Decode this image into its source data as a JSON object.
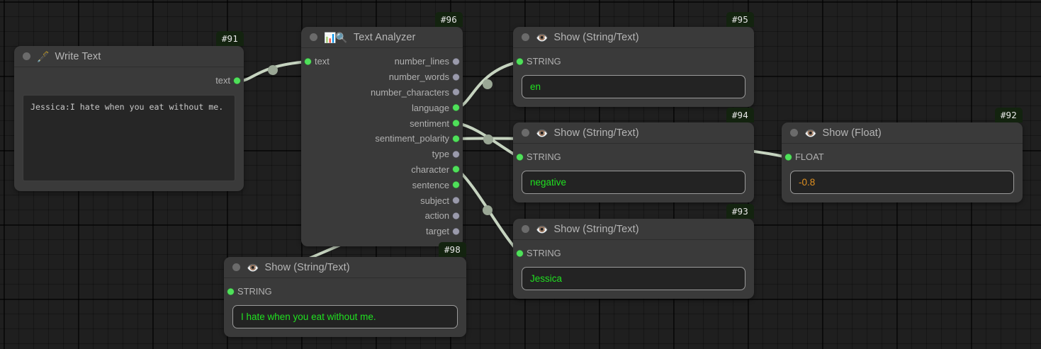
{
  "canvas": {
    "background": "#1f1f1f",
    "grid_minor": "#1a1a1a",
    "grid_major": "#141414",
    "wire_color": "#c6d4c0",
    "port_on_color": "#4fe05a",
    "port_off_color": "#9a9aab",
    "badge_bg": "#13230f"
  },
  "nodes": [
    {
      "id": "#91",
      "title": "Write Text",
      "icon": "fountain-pen-icon",
      "icon_glyph": "🖋️",
      "collapse_dot": "collapse-dot",
      "outputs": [
        {
          "label": "text",
          "connected": true
        }
      ],
      "inputs": [],
      "textarea": {
        "value": "Jessica:I hate when you eat without me.",
        "placeholder": ""
      }
    },
    {
      "id": "#96",
      "title": "Text Analyzer",
      "icon": "bar-chart-magnifier-icon",
      "icon_glyph": "📊🔍",
      "collapse_dot": "collapse-dot",
      "inputs": [
        {
          "label": "text",
          "connected": true
        }
      ],
      "outputs": [
        {
          "label": "number_lines",
          "connected": false
        },
        {
          "label": "number_words",
          "connected": false
        },
        {
          "label": "number_characters",
          "connected": false
        },
        {
          "label": "language",
          "connected": true
        },
        {
          "label": "sentiment",
          "connected": true
        },
        {
          "label": "sentiment_polarity",
          "connected": true
        },
        {
          "label": "type",
          "connected": false
        },
        {
          "label": "character",
          "connected": true
        },
        {
          "label": "sentence",
          "connected": true
        },
        {
          "label": "subject",
          "connected": false
        },
        {
          "label": "action",
          "connected": false
        },
        {
          "label": "target",
          "connected": false
        }
      ]
    },
    {
      "id": "#95",
      "title": "Show (String/Text)",
      "icon": "eye-icon",
      "icon_glyph": "👁️",
      "collapse_dot": "collapse-dot",
      "inputs": [
        {
          "label": "STRING",
          "connected": true
        }
      ],
      "outputs": [],
      "value": {
        "text": "en",
        "color": "green"
      }
    },
    {
      "id": "#94",
      "title": "Show (String/Text)",
      "icon": "eye-icon",
      "icon_glyph": "👁️",
      "collapse_dot": "collapse-dot",
      "inputs": [
        {
          "label": "STRING",
          "connected": true
        }
      ],
      "outputs": [],
      "value": {
        "text": "negative",
        "color": "green"
      }
    },
    {
      "id": "#93",
      "title": "Show (String/Text)",
      "icon": "eye-icon",
      "icon_glyph": "👁️",
      "collapse_dot": "collapse-dot",
      "inputs": [
        {
          "label": "STRING",
          "connected": true
        }
      ],
      "outputs": [],
      "value": {
        "text": "Jessica",
        "color": "green"
      }
    },
    {
      "id": "#92",
      "title": "Show (Float)",
      "icon": "eye-icon",
      "icon_glyph": "👁️",
      "collapse_dot": "collapse-dot",
      "inputs": [
        {
          "label": "FLOAT",
          "connected": true
        }
      ],
      "outputs": [],
      "value": {
        "text": "-0.8",
        "color": "amber"
      }
    },
    {
      "id": "#98",
      "title": "Show (String/Text)",
      "icon": "eye-icon",
      "icon_glyph": "👁️",
      "collapse_dot": "collapse-dot",
      "inputs": [
        {
          "label": "STRING",
          "connected": true
        }
      ],
      "outputs": [],
      "value": {
        "text": "I hate when you eat without me.",
        "color": "green"
      }
    }
  ],
  "connections": [
    {
      "from": "#91.text",
      "to": "#96.text"
    },
    {
      "from": "#96.language",
      "to": "#95.STRING"
    },
    {
      "from": "#96.sentiment",
      "to": "#94.STRING"
    },
    {
      "from": "#96.sentiment_polarity",
      "to": "#92.FLOAT"
    },
    {
      "from": "#96.character",
      "to": "#93.STRING"
    },
    {
      "from": "#96.sentence",
      "to": "#98.STRING"
    }
  ]
}
